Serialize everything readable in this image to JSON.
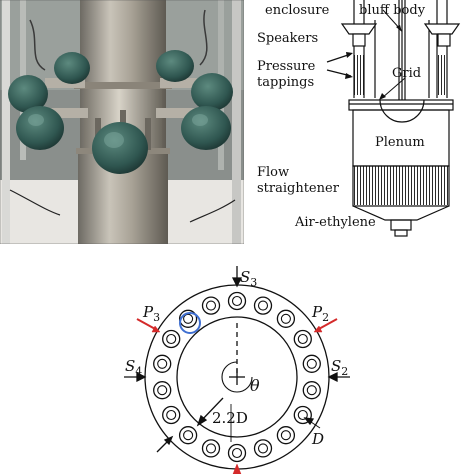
{
  "schematic": {
    "labels": {
      "enclosure": "enclosure",
      "bluff_body": "bluff body",
      "speakers": "Speakers",
      "pressure": "Pressure",
      "tappings": "tappings",
      "grid": "Grid",
      "plenum": "Plenum",
      "flow": "Flow",
      "straightener": "straightener",
      "air_ethylene": "Air-ethylene"
    }
  },
  "plan_view": {
    "labels": {
      "s3": "S",
      "s3_sub": "3",
      "p3": "P",
      "p3_sub": "3",
      "p2": "P",
      "p2_sub": "2",
      "s4": "S",
      "s4_sub": "4",
      "s2": "S",
      "s2_sub": "2",
      "theta": "θ",
      "dim": "2.2D",
      "d": "D"
    },
    "injector_count": 18,
    "colors": {
      "pressure_arrow": "#d42a2a",
      "highlight_ring": "#3f6fd1"
    }
  }
}
